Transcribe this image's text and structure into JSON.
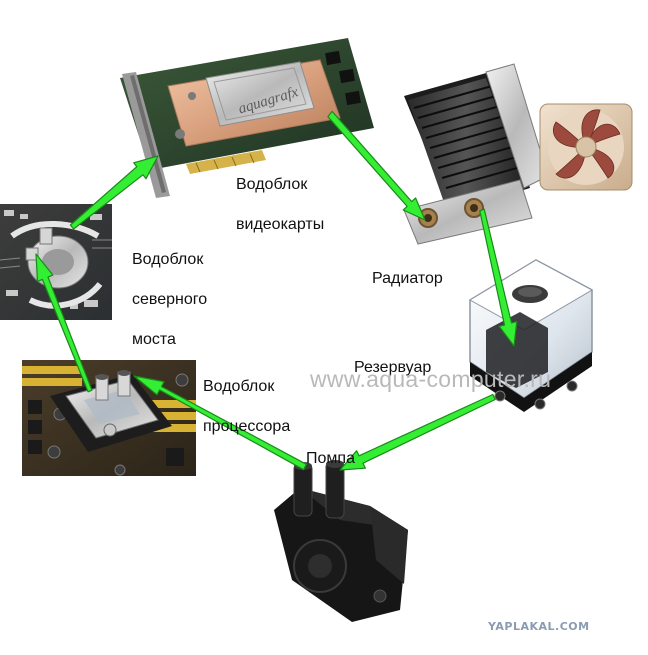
{
  "labels": {
    "gpu_block": [
      "Водоблок",
      "видеокарты"
    ],
    "northbridge_block": [
      "Водоблок",
      "северного",
      "моста"
    ],
    "radiator": "Радиатор",
    "reservoir": "Резервуар",
    "cpu_block": [
      "Водоблок",
      "процессора"
    ],
    "pump": "Помпа"
  },
  "gpu_card_brand": "aquagrafx",
  "watermark": "www.aqua-computer.ru",
  "site_mark": "YAPLAKAL.COM",
  "colors": {
    "arrow_fill": "#33ee33",
    "arrow_stroke": "#1a8a1a",
    "watermark": "#b9b9b9",
    "site_mark": "#8a9bb2"
  }
}
